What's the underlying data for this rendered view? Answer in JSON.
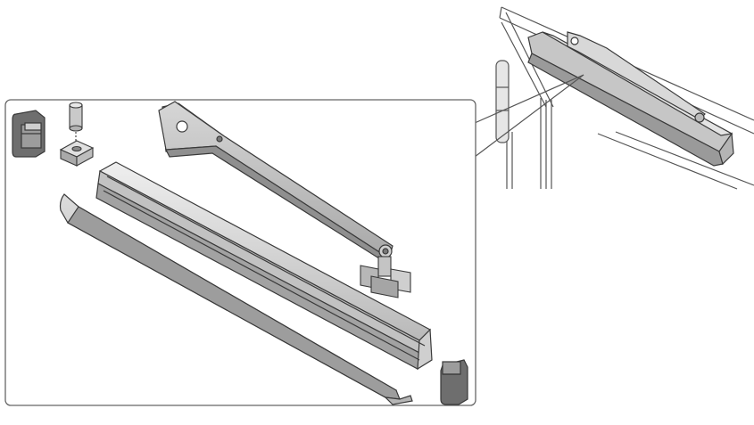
{
  "figure": {
    "colors": {
      "outline": "#3a3a3a",
      "part_fill": "#c8c8c8",
      "part_light": "#e2e2e2",
      "part_dark": "#8e8e8e",
      "end_cap": "#6e6e6e",
      "frame_line": "#555555",
      "panel_border": "#666666",
      "background": "#ffffff"
    },
    "parts": [
      {
        "id": "end-cap-left",
        "icon": "end-cap-icon"
      },
      {
        "id": "pin",
        "icon": "pin-icon"
      },
      {
        "id": "square-nut",
        "icon": "nut-icon"
      },
      {
        "id": "arm",
        "icon": "arm-icon"
      },
      {
        "id": "slide-block",
        "icon": "slider-icon"
      },
      {
        "id": "guide-rail",
        "icon": "rail-icon"
      },
      {
        "id": "cover-strip",
        "icon": "cover-icon"
      },
      {
        "id": "end-cap-right",
        "icon": "end-cap-icon"
      }
    ]
  }
}
